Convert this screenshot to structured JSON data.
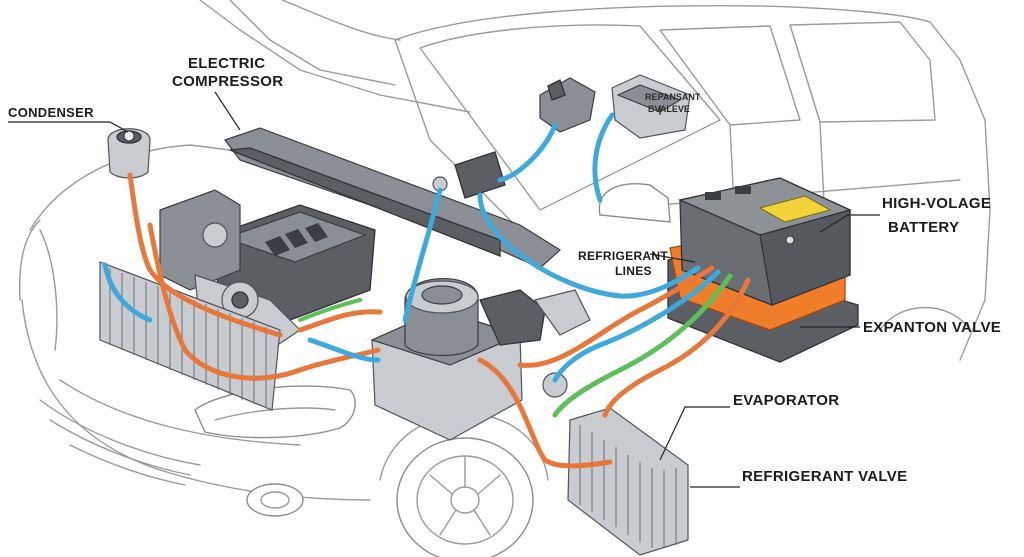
{
  "labels": {
    "electric_compressor_line1": "ELECTRIC",
    "electric_compressor_line2": "COMPRESSOR",
    "condenser": "CONDENSER",
    "expansion_valve_top_line1": "REPANSANT",
    "expansion_valve_top_line2": "BVALEVE",
    "refrigerant_lines_line1": "REFRIGERANT",
    "refrigerant_lines_line2": "LINES",
    "high_voltage_line1": "HIGH-VOLAGE",
    "high_voltage_line2": "BATTERY",
    "expansion_valve": "EXPANTON VALVE",
    "evaporator": "EVAPORATOR",
    "refrigerant_valve": "REFRIGERANT VALVE"
  },
  "colors": {
    "coolant_hot": "#e8783a",
    "refrigerant_cold": "#3ea9dc",
    "coolant_green": "#5fbf5a",
    "battery_accent": "#f07d2a",
    "warning_label": "#f2d43a"
  }
}
